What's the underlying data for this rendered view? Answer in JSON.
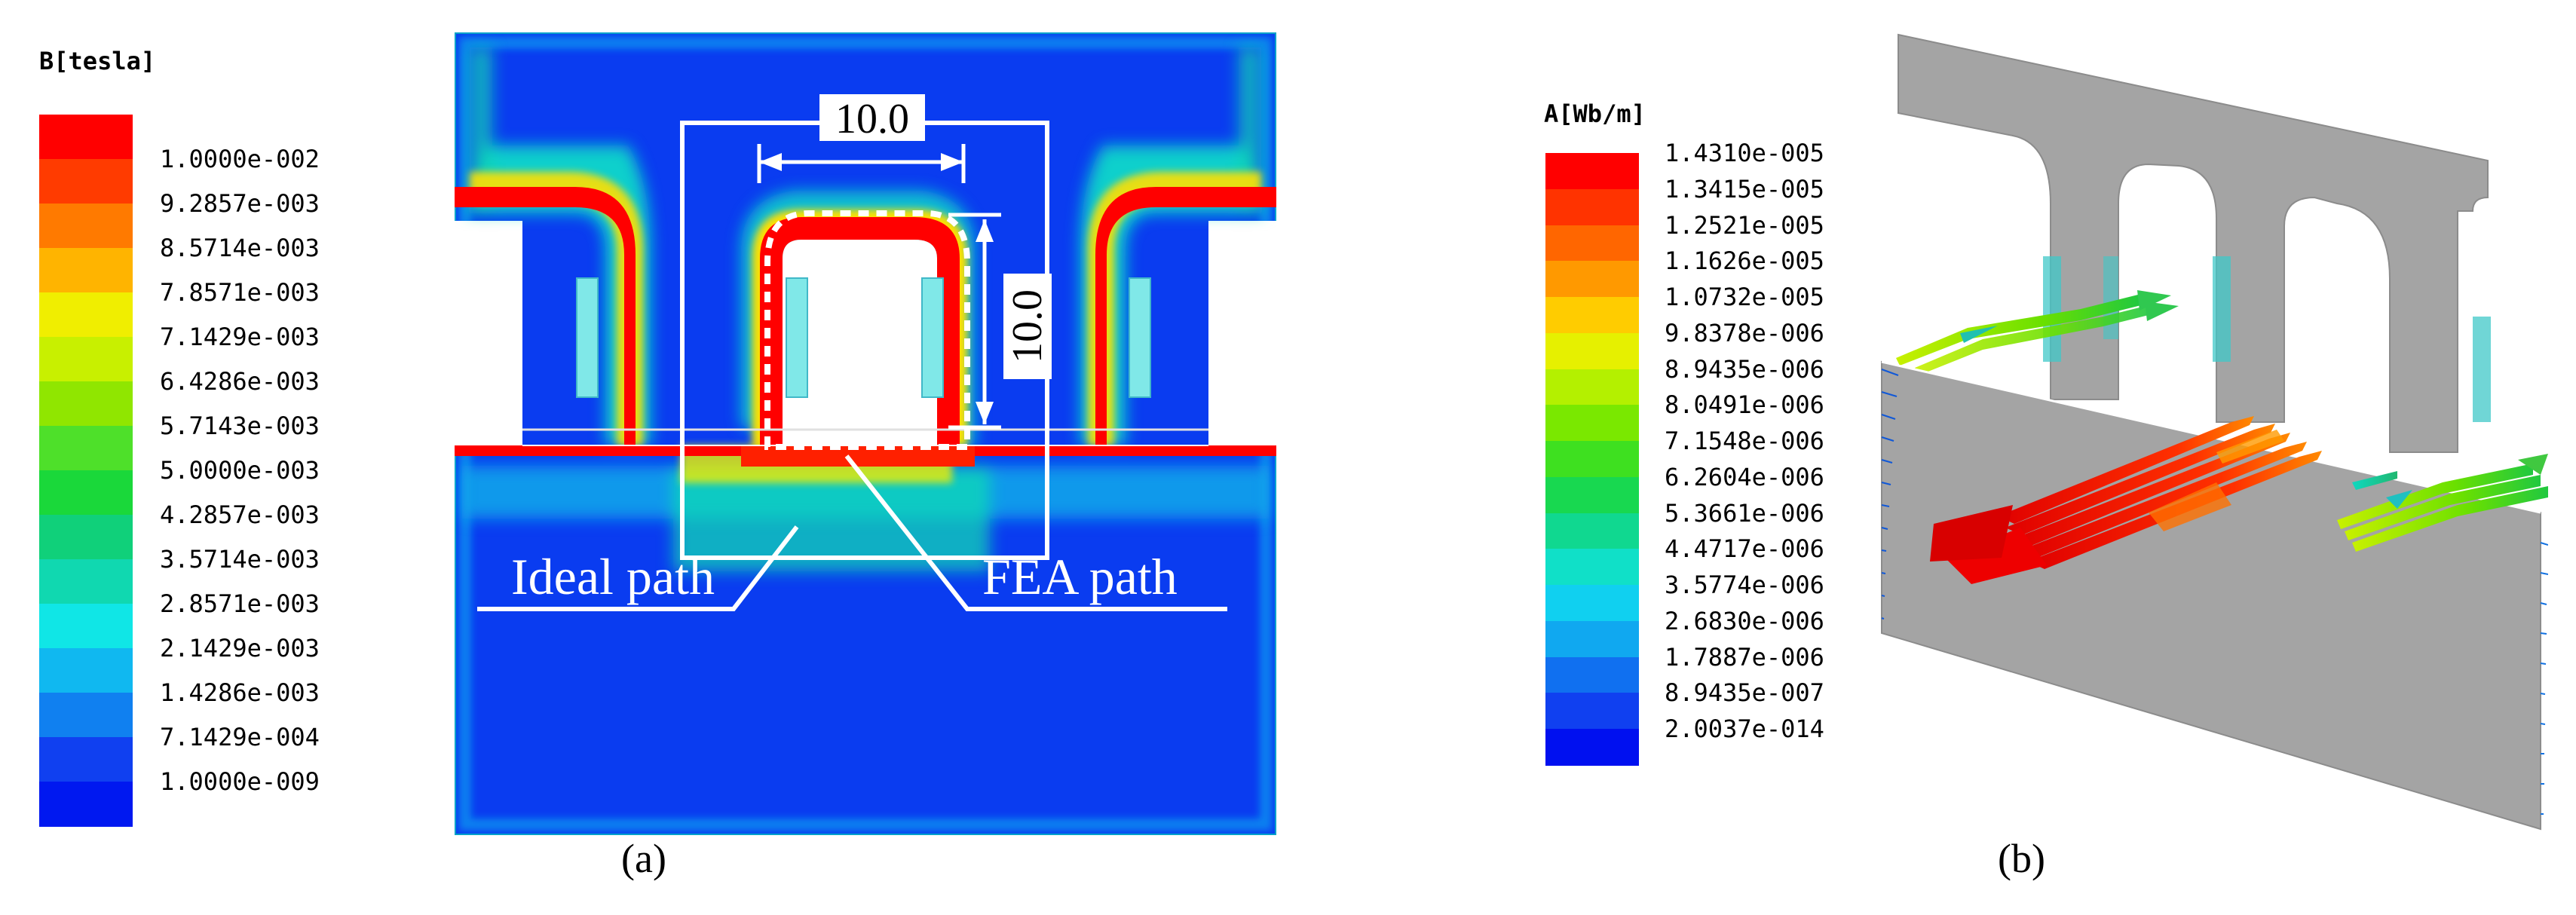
{
  "panel_a": {
    "legend_title": "B[tesla]",
    "ticks": [
      "1.0000e-002",
      "9.2857e-003",
      "8.5714e-003",
      "7.8571e-003",
      "7.1429e-003",
      "6.4286e-003",
      "5.7143e-003",
      "5.0000e-003",
      "4.2857e-003",
      "3.5714e-003",
      "2.8571e-003",
      "2.1429e-003",
      "1.4286e-003",
      "7.1429e-004",
      "1.0000e-009"
    ],
    "dim_horizontal": "10.0",
    "dim_vertical": "10.0",
    "label_ideal": "Ideal path",
    "label_fea": "FEA path",
    "caption": "(a)"
  },
  "panel_b": {
    "legend_title": "A[Wb/m]",
    "ticks": [
      "1.4310e-005",
      "1.3415e-005",
      "1.2521e-005",
      "1.1626e-005",
      "1.0732e-005",
      "9.8378e-006",
      "8.9435e-006",
      "8.0491e-006",
      "7.1548e-006",
      "6.2604e-006",
      "5.3661e-006",
      "4.4717e-006",
      "3.5774e-006",
      "2.6830e-006",
      "1.7887e-006",
      "8.9435e-007",
      "2.0037e-014"
    ],
    "caption": "(b)"
  },
  "colors": {
    "scale_a": [
      "#ff0000",
      "#ff3b00",
      "#ff7a00",
      "#ffb400",
      "#f0ee00",
      "#c8f000",
      "#90e600",
      "#4ee02a",
      "#1ad83a",
      "#10d07a",
      "#10d8b0",
      "#10e6e6",
      "#10b8f0",
      "#1080f0",
      "#1040f0",
      "#0018f0"
    ],
    "scale_b": [
      "#ff0000",
      "#ff3300",
      "#ff6600",
      "#ff9900",
      "#ffcc00",
      "#e6f000",
      "#b4f000",
      "#7ae800",
      "#3ee020",
      "#18d850",
      "#10d890",
      "#10e0c8",
      "#10d0f0",
      "#10a8f0",
      "#1070f0",
      "#1040f0",
      "#0010f0"
    ],
    "field_background": "#0a3cf0",
    "model_gray": "#a4a4a4"
  }
}
